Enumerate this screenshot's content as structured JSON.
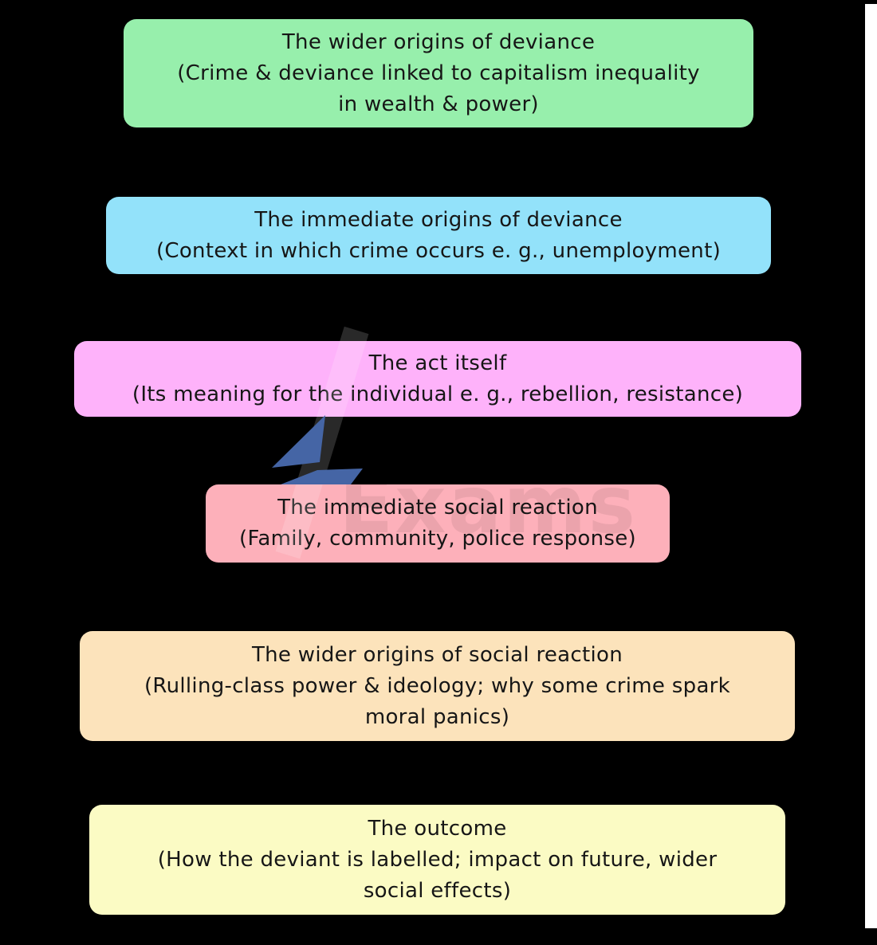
{
  "canvas": {
    "background": "#000000",
    "right_strip_color": "#ffffff"
  },
  "watermark": {
    "text": "Exams",
    "logo_color": "#4565a5"
  },
  "boxes": [
    {
      "name": "wider-origins-of-deviance",
      "fill": "#97efac",
      "title": "The wider origins of deviance",
      "subtitle_lines": [
        "(Crime & deviance linked to capitalism inequality",
        "in wealth & power)"
      ]
    },
    {
      "name": "immediate-origins-of-deviance",
      "fill": "#93e2fa",
      "title": "The immediate origins of deviance",
      "subtitle_lines": [
        "(Context in which crime occurs e. g., unemployment)"
      ]
    },
    {
      "name": "the-act-itself",
      "fill": "#feb2fa",
      "title": "The act itself",
      "subtitle_lines": [
        "(Its meaning for the individual e. g., rebellion, resistance)"
      ]
    },
    {
      "name": "immediate-social-reaction",
      "fill": "#fdb0ba",
      "title": "The immediate social reaction",
      "subtitle_lines": [
        "(Family, community, police response)"
      ]
    },
    {
      "name": "wider-origins-of-social-reaction",
      "fill": "#fce3bb",
      "title": "The wider origins of social reaction",
      "subtitle_lines": [
        "(Rulling-class power & ideology; why some crime spark",
        "moral panics)"
      ]
    },
    {
      "name": "the-outcome",
      "fill": "#fbfbc4",
      "title": "The outcome",
      "subtitle_lines": [
        "(How the deviant is labelled; impact on future, wider",
        "social effects)"
      ]
    }
  ]
}
